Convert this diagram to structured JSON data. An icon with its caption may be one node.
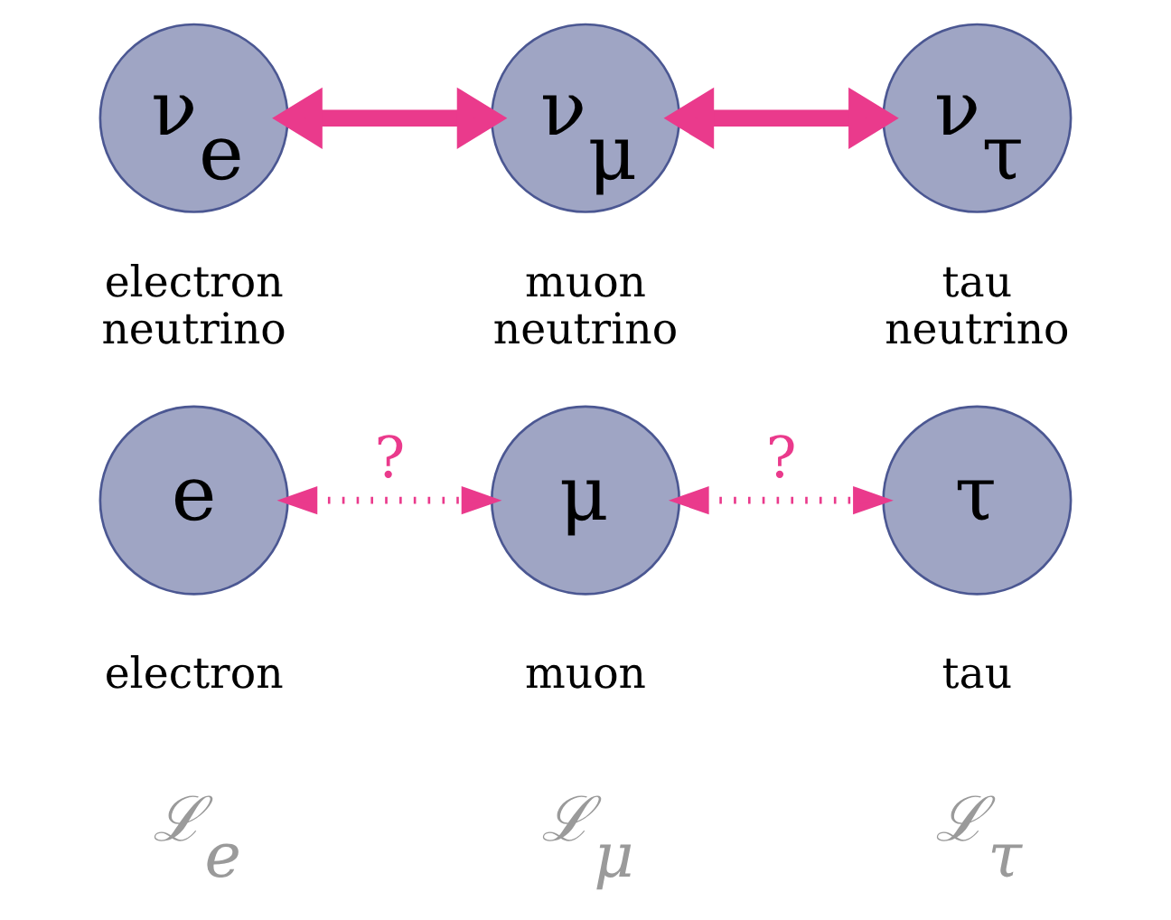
{
  "diagram": {
    "nodes": [
      {
        "text": [
          "ν$_{e}$"
        ],
        "beside": [
          "electron neutrino"
        ]
      },
      {
        "text": [
          "ν$_{μ}$"
        ],
        "beside": [
          "muon neutrino"
        ]
      },
      {
        "text": [
          "ν$_{τ}$"
        ],
        "beside": [
          "tau neutrino"
        ]
      },
      {
        "text": [
          "e"
        ],
        "beside": [
          "electron"
        ]
      },
      {
        "text": [
          "μ"
        ],
        "beside": [
          "muon"
        ]
      },
      {
        "text": [
          "τ"
        ],
        "beside": [
          "tau"
        ]
      }
    ],
    "edges": [
      {
        "from": 0,
        "to": 1,
        "arrow": "both",
        "style": "thick"
      },
      {
        "from": 1,
        "to": 2,
        "arrow": "both",
        "style": "thick"
      },
      {
        "from": 3,
        "to": 4,
        "arrow": "both",
        "style": "dashed",
        "label": "?"
      },
      {
        "from": 4,
        "to": 5,
        "arrow": "both",
        "style": "dashed",
        "label": "?"
      }
    ],
    "labels": [
      "ℒ$_{e}$",
      "ℒ$_{μ}$",
      "ℒ$_{τ}$"
    ]
  }
}
